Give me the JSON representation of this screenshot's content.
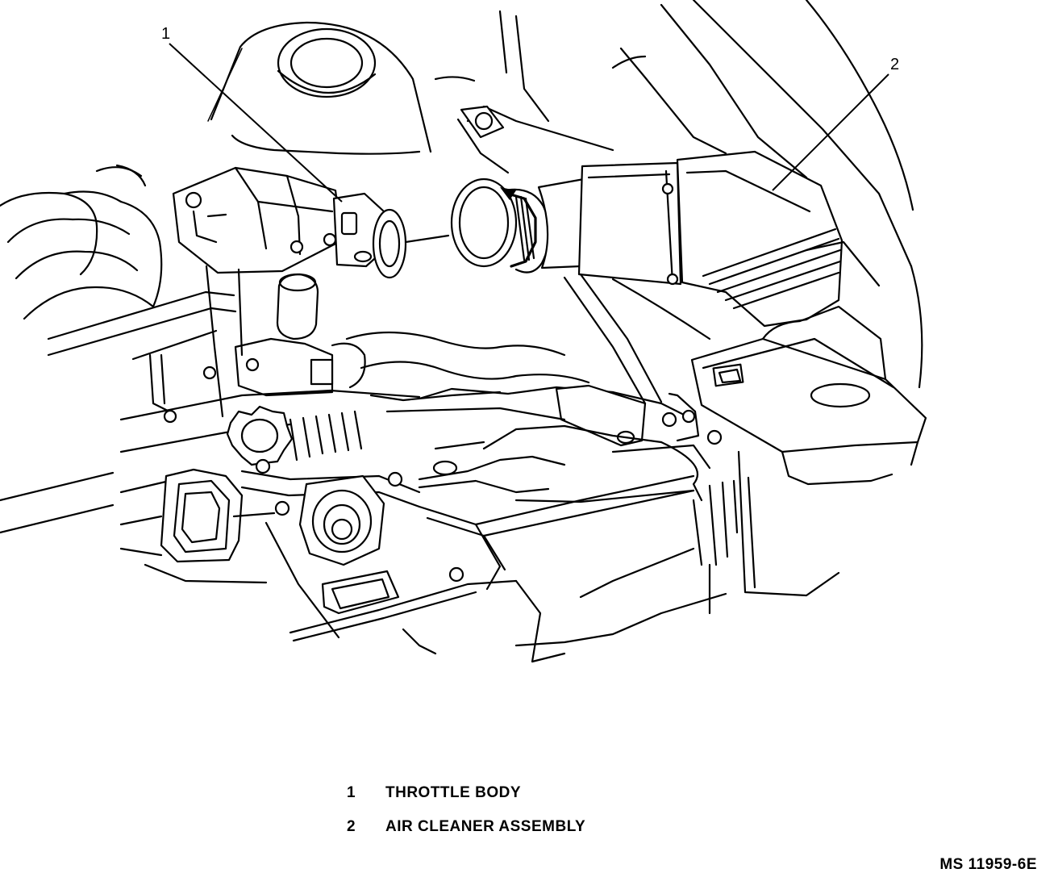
{
  "diagram": {
    "callouts": [
      {
        "number": "1",
        "part": "THROTTLE BODY"
      },
      {
        "number": "2",
        "part": "AIR CLEANER ASSEMBLY"
      }
    ]
  },
  "legend": [
    {
      "number": "1",
      "label": "THROTTLE BODY"
    },
    {
      "number": "2",
      "label": "AIR CLEANER ASSEMBLY"
    }
  ],
  "figure_id": "MS 11959-6E",
  "colors": {
    "ink": "#000000",
    "paper": "#ffffff"
  }
}
